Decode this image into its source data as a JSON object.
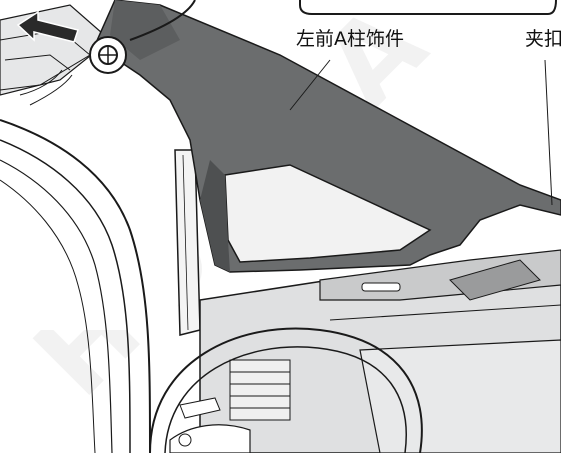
{
  "labels": {
    "a_pillar_trim": "左前A柱饰件",
    "clip": "夹扣"
  },
  "watermark": "HONDA",
  "colors": {
    "trim_fill": "#6b6d6e",
    "trim_dark": "#4e5051",
    "line": "#1a1a1a",
    "dash": "#d7d9db",
    "window": "#f2f2f2"
  },
  "icons": {
    "arrow": "removal-direction-arrow-icon",
    "clip": "clip-detail-icon"
  }
}
